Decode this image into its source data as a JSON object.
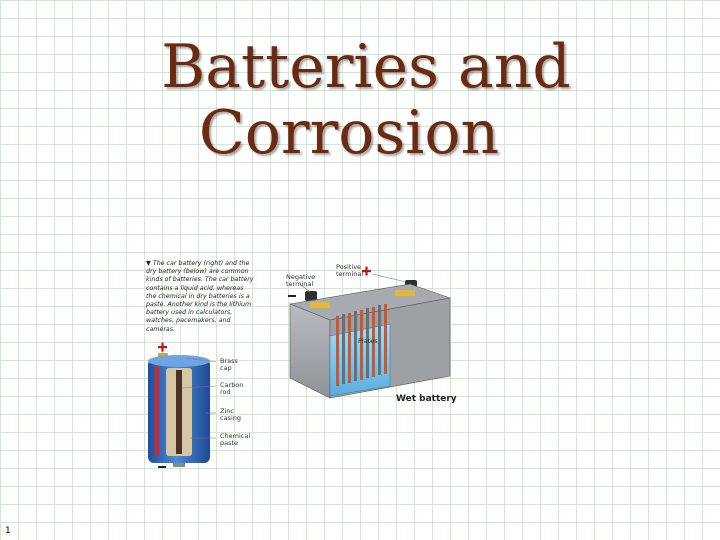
{
  "slide": {
    "title_line1": "Batteries and",
    "title_line2": "Corrosion",
    "number": "1"
  },
  "figure": {
    "caption": "▼ The car battery (right) and the dry battery (below) are common kinds of batteries. The car battery contains a liquid acid, whereas the chemical in dry batteries is a paste. Another kind is the lithium battery used in calculators, watches, pacemakers, and cameras.",
    "dry_battery_labels": {
      "brass_cap": "Brass cap",
      "carbon_rod": "Carbon rod",
      "zinc_casing": "Zinc casing",
      "chemical_paste": "Chemical paste",
      "plus": "+",
      "minus": "−"
    },
    "wet_battery_labels": {
      "negative_terminal": "Negative terminal",
      "positive_terminal": "Positive terminal",
      "plates": "Plates",
      "wet_battery": "Wet battery",
      "plus": "+",
      "minus": "−"
    },
    "colors": {
      "title": "#6b2a12",
      "grid": "#cfe8cf",
      "plus_sign": "#c0141a",
      "dry_battery_blue": "#2a62b8",
      "acid_blue": "#7ec4ea"
    }
  }
}
